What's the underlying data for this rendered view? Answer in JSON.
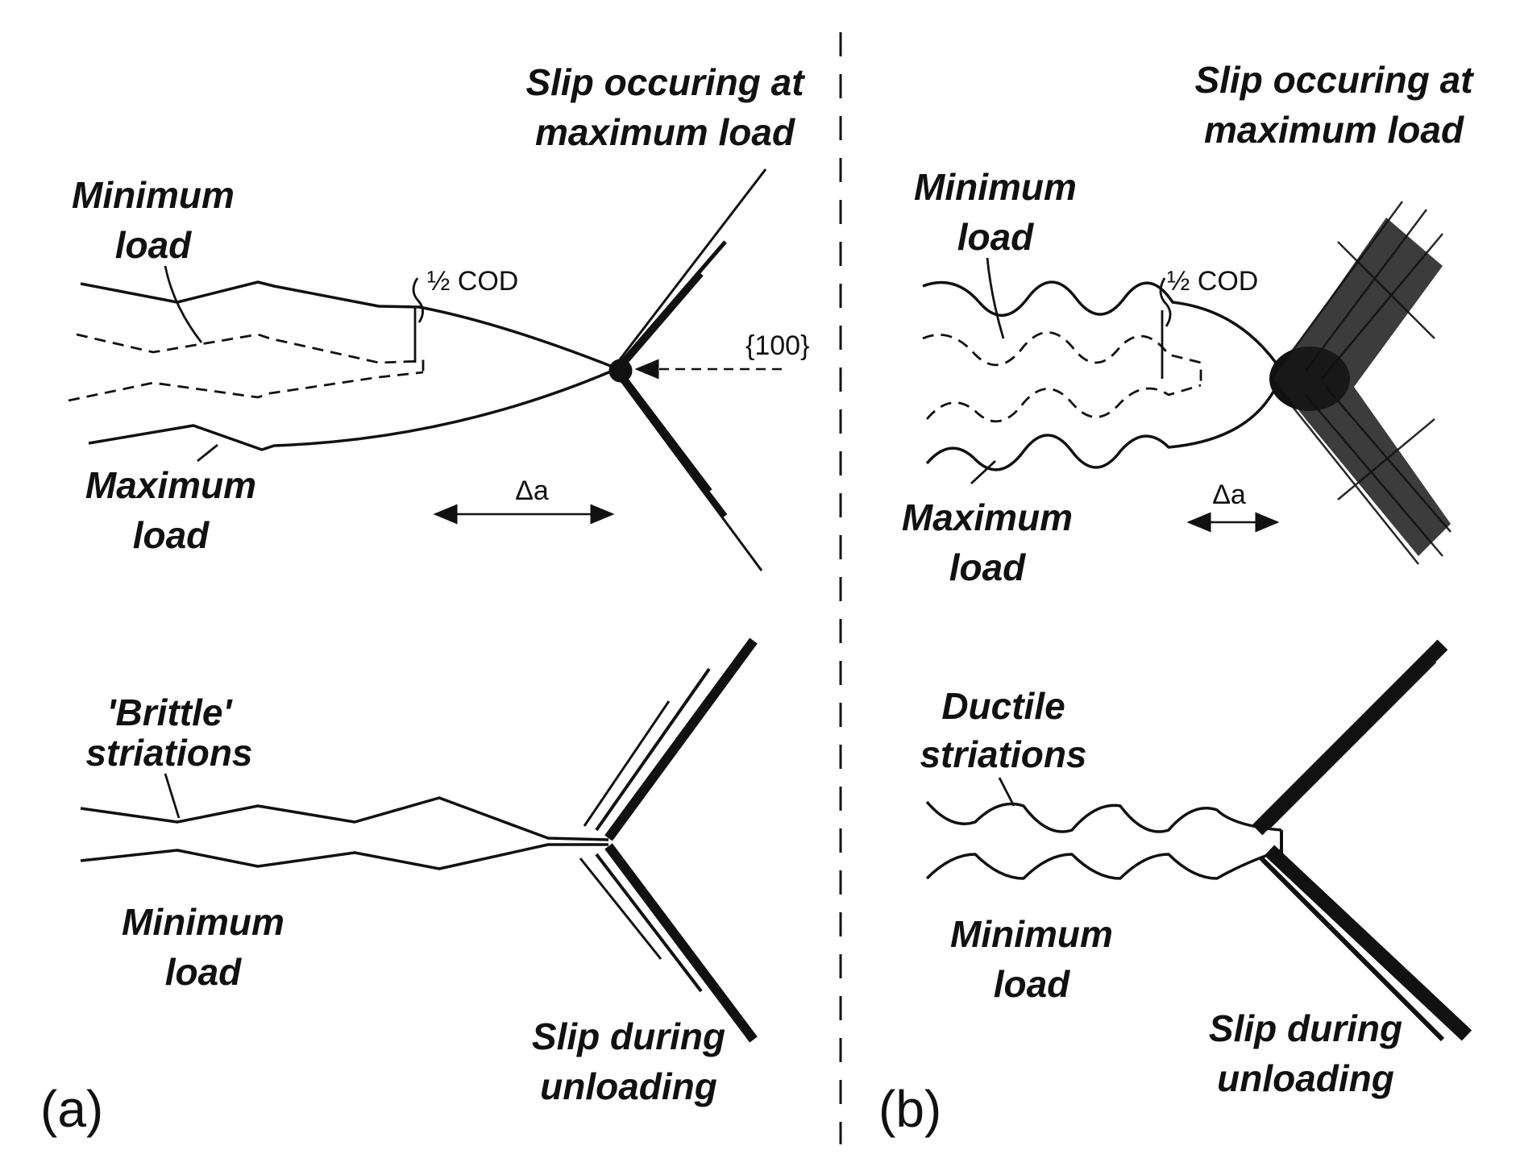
{
  "panel_a": {
    "tag": "(a)",
    "top": {
      "slip_line1": "Slip occuring at",
      "slip_line2": "maximum load",
      "min_line1": "Minimum",
      "min_line2": "load",
      "max_line1": "Maximum",
      "max_line2": "load",
      "cod": "½ COD",
      "plane": "{100}",
      "delta": "Δa"
    },
    "bottom": {
      "striation_line1": "'Brittle'",
      "striation_line2": "striations",
      "min_line1": "Minimum",
      "min_line2": "load",
      "slip_line1": "Slip during",
      "slip_line2": "unloading"
    }
  },
  "panel_b": {
    "tag": "(b)",
    "top": {
      "slip_line1": "Slip occuring at",
      "slip_line2": "maximum load",
      "min_line1": "Minimum",
      "min_line2": "load",
      "max_line1": "Maximum",
      "max_line2": "load",
      "cod": "½ COD",
      "delta": "Δa"
    },
    "bottom": {
      "striation_line1": "Ductile",
      "striation_line2": "striations",
      "min_line1": "Minimum",
      "min_line2": "load",
      "slip_line1": "Slip during",
      "slip_line2": "unloading"
    }
  }
}
